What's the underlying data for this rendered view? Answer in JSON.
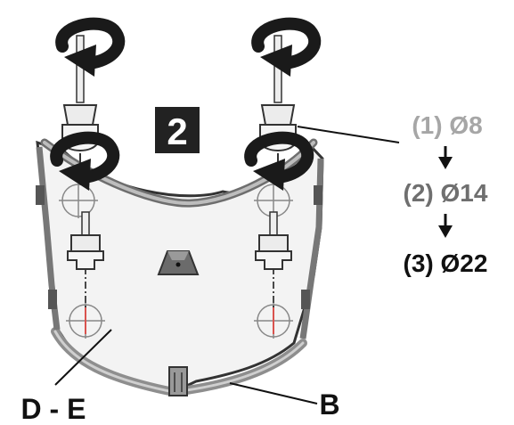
{
  "step": {
    "number": "2"
  },
  "drill_sequence": [
    {
      "label": "(1) Ø8",
      "color": "#a6a6a6"
    },
    {
      "label": "(2) Ø14",
      "color": "#6f6f6f"
    },
    {
      "label": "(3) Ø22",
      "color": "#111111"
    }
  ],
  "parts": {
    "plate_label": "D - E",
    "rim_label": "B"
  },
  "icons": {
    "rotation": "rotate-clockwise-arrow-icon",
    "sequence_arrow": "arrow-down-icon",
    "hole_marker": "crosshair-circle-icon",
    "drill_bit": "step-drill-bit-icon",
    "template": "drilling-template-icon"
  },
  "colors": {
    "badge_bg": "#222222",
    "badge_text": "#ffffff",
    "plate_fill": "#f3f3f3",
    "outline": "#333333",
    "rim": "#8e8e8e",
    "marker_red": "#d9534f"
  }
}
